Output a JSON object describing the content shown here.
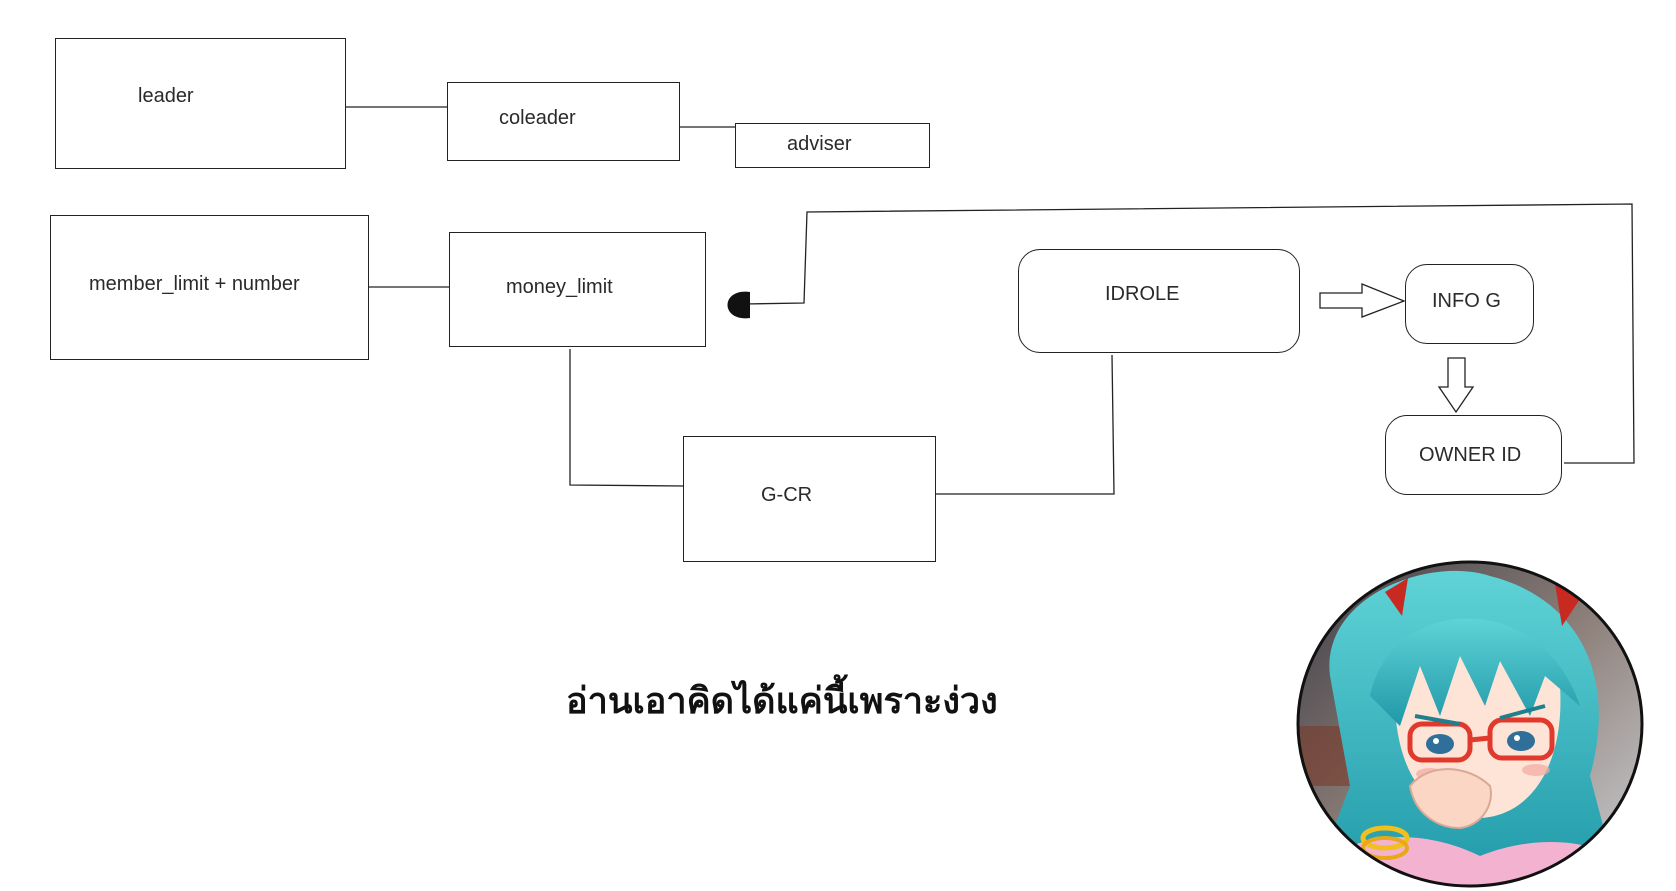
{
  "nodes": {
    "leader": "leader",
    "coleader": "coleader",
    "adviser": "adviser",
    "member_limit": "member_limit + number",
    "money_limit": "money_limit",
    "idrole": "IDROLE",
    "info_g": "INFO G",
    "owner_id": "OWNER ID",
    "g_cr": "G-CR"
  },
  "caption": "อ่านเอาคิดได้แค่นี้เพราะง่วง",
  "avatar": {
    "icon": "anime-girl-avatar-icon",
    "hair_color": "#2bb9c4",
    "glasses_color": "#e03a2c"
  },
  "colors": {
    "stroke": "#222222",
    "background": "#ffffff"
  }
}
